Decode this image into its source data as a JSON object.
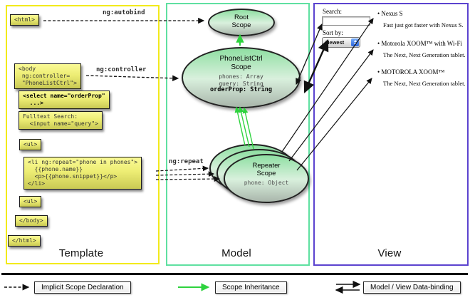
{
  "columns": {
    "template": "Template",
    "model": "Model",
    "view": "View"
  },
  "arrows": {
    "autobind": "ng:autobind",
    "controller": "ng:controller",
    "repeat": "ng:repeat"
  },
  "template_boxes": {
    "html_open": "<html>",
    "body_open": "<body\n ng:controller=\n \"PhoneListCtrl\">",
    "select": "<select name=\"orderProp\"\n  ...>",
    "fulltext": "Fulltext Search:\n  <input name=\"query\">",
    "ul_open": "<ul>",
    "li_repeat": "<li ng:repeat=\"phone in phones\">\n  {{phone.name}}\n  <p>{{phone.snippet}}</p>\n</li>",
    "ul_close": "<ul>",
    "body_close": "</body>",
    "html_close": "</html>"
  },
  "model": {
    "root_scope_title": "Root\nScope",
    "phonelist_title": "PhoneListCtrl\nScope",
    "phonelist_props": [
      "phones: Array",
      "query: String"
    ],
    "phonelist_prop_bold": "orderProp: String",
    "repeater_title": "Repeater\nScope",
    "repeater_prop": "phone: Object"
  },
  "view": {
    "search_label": "Search:",
    "search_value": "",
    "sort_label": "Sort by:",
    "sort_value": "Newest",
    "items": [
      {
        "title": "Nexus S",
        "desc": "Fast just got faster with Nexus S."
      },
      {
        "title": "Motorola XOOM™ with Wi-Fi",
        "desc": "The Next, Next Generation tablet."
      },
      {
        "title": "MOTOROLA XOOM™",
        "desc": "The Next, Next Generation tablet."
      }
    ]
  },
  "legend": {
    "implicit": "Implicit Scope Declaration",
    "inheritance": "Scope Inheritance",
    "databinding": "Model / View Data-binding"
  },
  "colors": {
    "template_border": "#f2ea1b",
    "model_border": "#5fe0a1",
    "view_border": "#5b43cf",
    "green_arrow": "#2ed33e",
    "box_yellow_top": "#fafa96",
    "box_yellow_bottom": "#c9c954",
    "ellipse_top": "#8fdfa2",
    "ellipse_bottom": "#a9b6ab"
  }
}
